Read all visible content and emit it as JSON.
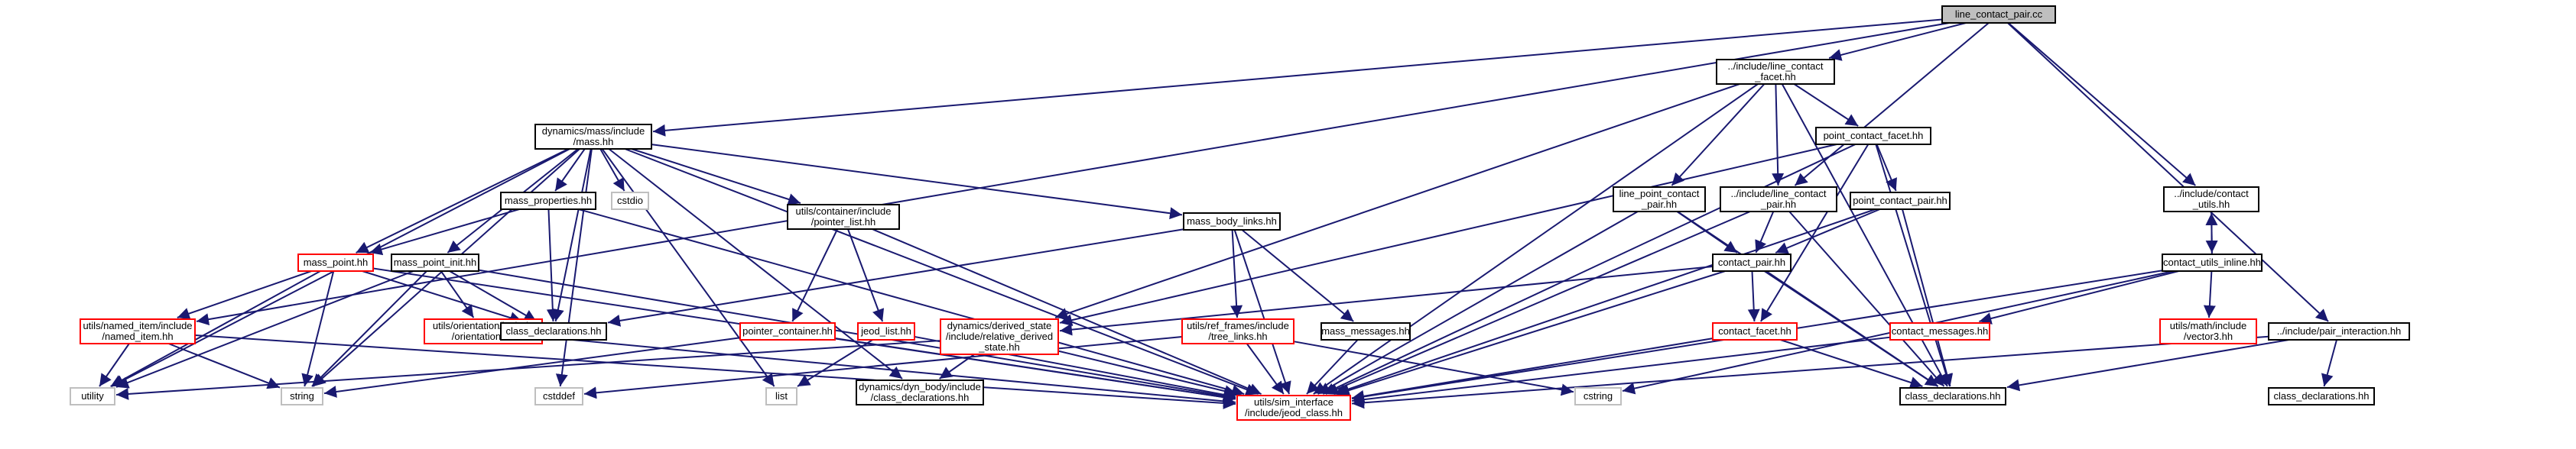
{
  "colors": {
    "edge": "#191970",
    "node_border": "#000000",
    "unresolved_border": "#bfbfbf",
    "incomplete_border": "#ff0000",
    "root_fill": "#bfbfbf",
    "node_fill": "#ffffff",
    "text": "#000000"
  },
  "nodes": [
    {
      "id": "root",
      "lines": [
        "line_contact_pair.cc"
      ],
      "kind": "root"
    },
    {
      "id": "lcf",
      "lines": [
        "../include/line_contact",
        "_facet.hh"
      ],
      "kind": "normal"
    },
    {
      "id": "mass",
      "lines": [
        "dynamics/mass/include",
        "/mass.hh"
      ],
      "kind": "normal"
    },
    {
      "id": "pcf",
      "lines": [
        "point_contact_facet.hh"
      ],
      "kind": "normal"
    },
    {
      "id": "lpcp",
      "lines": [
        "line_point_contact",
        "_pair.hh"
      ],
      "kind": "normal"
    },
    {
      "id": "ilcp",
      "lines": [
        "../include/line_contact",
        "_pair.hh"
      ],
      "kind": "normal"
    },
    {
      "id": "pcp",
      "lines": [
        "point_contact_pair.hh"
      ],
      "kind": "normal"
    },
    {
      "id": "icu",
      "lines": [
        "../include/contact",
        "_utils.hh"
      ],
      "kind": "normal"
    },
    {
      "id": "mprops",
      "lines": [
        "mass_properties.hh"
      ],
      "kind": "normal"
    },
    {
      "id": "cstdio",
      "lines": [
        "cstdio"
      ],
      "kind": "unresolved"
    },
    {
      "id": "plist",
      "lines": [
        "utils/container/include",
        "/pointer_list.hh"
      ],
      "kind": "normal"
    },
    {
      "id": "mbl",
      "lines": [
        "mass_body_links.hh"
      ],
      "kind": "normal"
    },
    {
      "id": "cph",
      "lines": [
        "contact_pair.hh"
      ],
      "kind": "normal"
    },
    {
      "id": "cui",
      "lines": [
        "contact_utils_inline.hh"
      ],
      "kind": "normal"
    },
    {
      "id": "mpoint",
      "lines": [
        "mass_point.hh"
      ],
      "kind": "incomplete"
    },
    {
      "id": "mpinit",
      "lines": [
        "mass_point_init.hh"
      ],
      "kind": "normal"
    },
    {
      "id": "orient",
      "lines": [
        "utils/orientation/include",
        "/orientation.hh"
      ],
      "kind": "incomplete"
    },
    {
      "id": "classdecl1",
      "lines": [
        "class_declarations.hh"
      ],
      "kind": "normal"
    },
    {
      "id": "pcont",
      "lines": [
        "pointer_container.hh"
      ],
      "kind": "incomplete"
    },
    {
      "id": "jlist",
      "lines": [
        "jeod_list.hh"
      ],
      "kind": "incomplete"
    },
    {
      "id": "drs",
      "lines": [
        "dynamics/derived_state",
        "/include/relative_derived",
        "_state.hh"
      ],
      "kind": "incomplete"
    },
    {
      "id": "tree",
      "lines": [
        "utils/ref_frames/include",
        "/tree_links.hh"
      ],
      "kind": "incomplete"
    },
    {
      "id": "mmsg",
      "lines": [
        "mass_messages.hh"
      ],
      "kind": "normal"
    },
    {
      "id": "cfacet",
      "lines": [
        "contact_facet.hh"
      ],
      "kind": "incomplete"
    },
    {
      "id": "cmsg",
      "lines": [
        "contact_messages.hh"
      ],
      "kind": "incomplete"
    },
    {
      "id": "vec3",
      "lines": [
        "utils/math/include",
        "/vector3.hh"
      ],
      "kind": "incomplete"
    },
    {
      "id": "ipi",
      "lines": [
        "../include/pair_interaction.hh"
      ],
      "kind": "normal"
    },
    {
      "id": "named",
      "lines": [
        "utils/named_item/include",
        "/named_item.hh"
      ],
      "kind": "incomplete"
    },
    {
      "id": "utility",
      "lines": [
        "utility"
      ],
      "kind": "unresolved"
    },
    {
      "id": "string",
      "lines": [
        "string"
      ],
      "kind": "unresolved"
    },
    {
      "id": "cstddef",
      "lines": [
        "cstddef"
      ],
      "kind": "unresolved"
    },
    {
      "id": "list",
      "lines": [
        "list"
      ],
      "kind": "unresolved"
    },
    {
      "id": "dynbody",
      "lines": [
        "dynamics/dyn_body/include",
        "/class_declarations.hh"
      ],
      "kind": "normal"
    },
    {
      "id": "jeod",
      "lines": [
        "utils/sim_interface",
        "/include/jeod_class.hh"
      ],
      "kind": "incomplete"
    },
    {
      "id": "cstring",
      "lines": [
        "cstring"
      ],
      "kind": "unresolved"
    },
    {
      "id": "classdecl2",
      "lines": [
        "class_declarations.hh"
      ],
      "kind": "normal"
    },
    {
      "id": "classdecl3",
      "lines": [
        "class_declarations.hh"
      ],
      "kind": "normal"
    }
  ],
  "edges": [
    [
      "root",
      "lcf"
    ],
    [
      "root",
      "mass"
    ],
    [
      "root",
      "ilcp"
    ],
    [
      "root",
      "icu"
    ],
    [
      "root",
      "ipi"
    ],
    [
      "root",
      "named"
    ],
    [
      "lcf",
      "pcf"
    ],
    [
      "lcf",
      "lpcp"
    ],
    [
      "lcf",
      "ilcp"
    ],
    [
      "lcf",
      "drs"
    ],
    [
      "lcf",
      "jeod"
    ],
    [
      "lcf",
      "classdecl2"
    ],
    [
      "mass",
      "mprops"
    ],
    [
      "mass",
      "cstdio"
    ],
    [
      "mass",
      "plist"
    ],
    [
      "mass",
      "mbl"
    ],
    [
      "mass",
      "mpoint"
    ],
    [
      "mass",
      "mpinit"
    ],
    [
      "mass",
      "classdecl1"
    ],
    [
      "mass",
      "utility"
    ],
    [
      "mass",
      "string"
    ],
    [
      "mass",
      "cstddef"
    ],
    [
      "mass",
      "list"
    ],
    [
      "mass",
      "dynbody"
    ],
    [
      "mass",
      "jeod"
    ],
    [
      "pcf",
      "pcp"
    ],
    [
      "pcf",
      "drs"
    ],
    [
      "pcf",
      "cfacet"
    ],
    [
      "pcf",
      "classdecl2"
    ],
    [
      "pcf",
      "jeod"
    ],
    [
      "lpcp",
      "cph"
    ],
    [
      "lpcp",
      "jeod"
    ],
    [
      "lpcp",
      "classdecl2"
    ],
    [
      "ilcp",
      "cph"
    ],
    [
      "ilcp",
      "jeod"
    ],
    [
      "ilcp",
      "classdecl2"
    ],
    [
      "pcp",
      "cph"
    ],
    [
      "pcp",
      "jeod"
    ],
    [
      "pcp",
      "classdecl2"
    ],
    [
      "icu",
      "cui"
    ],
    [
      "cui",
      "icu"
    ],
    [
      "cui",
      "cmsg"
    ],
    [
      "cui",
      "vec3"
    ],
    [
      "cui",
      "cstring"
    ],
    [
      "cui",
      "jeod"
    ],
    [
      "mprops",
      "mpoint"
    ],
    [
      "mprops",
      "classdecl1"
    ],
    [
      "mprops",
      "jeod"
    ],
    [
      "plist",
      "pcont"
    ],
    [
      "plist",
      "jlist"
    ],
    [
      "plist",
      "jeod"
    ],
    [
      "mbl",
      "tree"
    ],
    [
      "mbl",
      "mmsg"
    ],
    [
      "mbl",
      "classdecl1"
    ],
    [
      "mbl",
      "jeod"
    ],
    [
      "cph",
      "cfacet"
    ],
    [
      "cph",
      "drs"
    ],
    [
      "cph",
      "jeod"
    ],
    [
      "cph",
      "classdecl2"
    ],
    [
      "mpoint",
      "named"
    ],
    [
      "mpoint",
      "utility"
    ],
    [
      "mpoint",
      "string"
    ],
    [
      "mpoint",
      "classdecl1"
    ],
    [
      "mpoint",
      "jeod"
    ],
    [
      "mpinit",
      "orient"
    ],
    [
      "mpinit",
      "classdecl1"
    ],
    [
      "mpinit",
      "utility"
    ],
    [
      "mpinit",
      "string"
    ],
    [
      "mpinit",
      "jeod"
    ],
    [
      "orient",
      "jeod"
    ],
    [
      "pcont",
      "string"
    ],
    [
      "pcont",
      "jeod"
    ],
    [
      "jlist",
      "list"
    ],
    [
      "jlist",
      "jeod"
    ],
    [
      "drs",
      "dynbody"
    ],
    [
      "drs",
      "utility"
    ],
    [
      "drs",
      "jeod"
    ],
    [
      "tree",
      "cstddef"
    ],
    [
      "tree",
      "cstring"
    ],
    [
      "tree",
      "jeod"
    ],
    [
      "mmsg",
      "jeod"
    ],
    [
      "cfacet",
      "classdecl2"
    ],
    [
      "cfacet",
      "jeod"
    ],
    [
      "cmsg",
      "jeod"
    ],
    [
      "ipi",
      "classdecl3"
    ],
    [
      "ipi",
      "classdecl2"
    ],
    [
      "ipi",
      "jeod"
    ],
    [
      "named",
      "utility"
    ],
    [
      "named",
      "string"
    ],
    [
      "named",
      "jeod"
    ]
  ]
}
